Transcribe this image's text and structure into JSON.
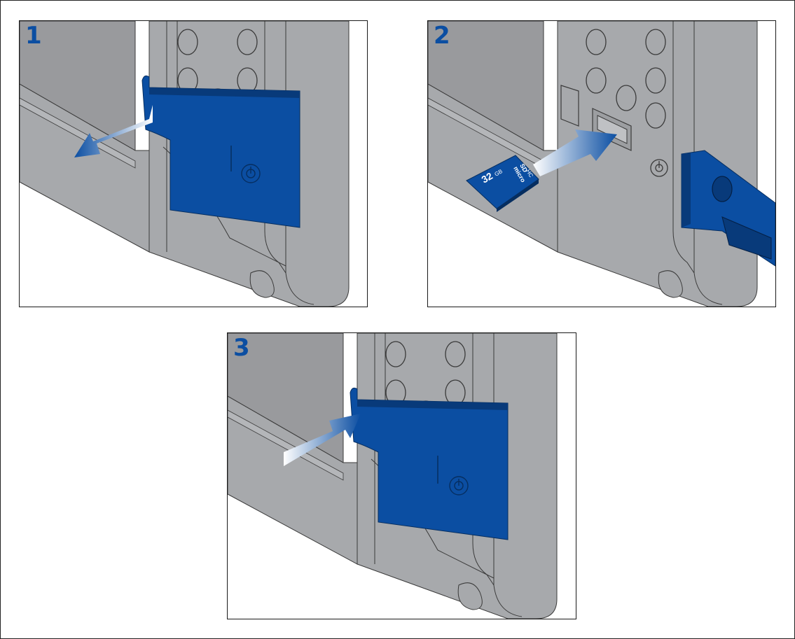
{
  "panels": [
    {
      "step": "1",
      "action": "open-cover"
    },
    {
      "step": "2",
      "action": "insert-card"
    },
    {
      "step": "3",
      "action": "close-cover"
    }
  ],
  "card": {
    "capacity_value": "32",
    "capacity_unit": "GB",
    "brand_line1": "micro",
    "brand_line2": "SD",
    "brand_line3": "HC"
  },
  "colors": {
    "device_body": "#a7a9ac",
    "device_dark": "#8e9093",
    "screen": "#999a9d",
    "cover_blue": "#0b4ea2",
    "cover_blue_dark": "#083a7a",
    "outline": "#3a3a3a",
    "label_blue": "#0b4ea2"
  },
  "icons": [
    "power-icon",
    "arrow-pull-icon",
    "arrow-insert-icon",
    "arrow-push-icon"
  ]
}
